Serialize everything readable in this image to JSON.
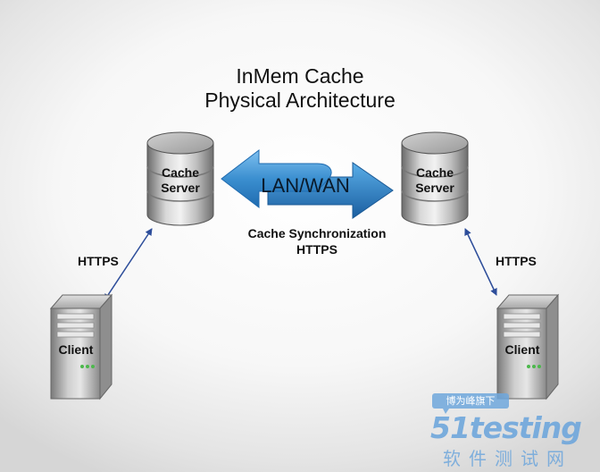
{
  "diagram": {
    "title_line1": "InMem Cache",
    "title_line2": "Physical Architecture",
    "left_server": {
      "line1": "Cache",
      "line2": "Server"
    },
    "right_server": {
      "line1": "Cache",
      "line2": "Server"
    },
    "network_label": "LAN/WAN",
    "sync_label_line1": "Cache Synchronization",
    "sync_label_line2": "HTTPS",
    "left_link_label": "HTTPS",
    "right_link_label": "HTTPS",
    "left_client_label": "Client",
    "right_client_label": "Client"
  },
  "watermark": {
    "badge_text": "博为峰旗下",
    "logo_text": "51testing",
    "subtitle": "软件测试网"
  },
  "colors": {
    "arrow_blue": "#3b8fd0",
    "connector_blue": "#2d4d9a",
    "watermark_blue": "#6fa7dc"
  }
}
